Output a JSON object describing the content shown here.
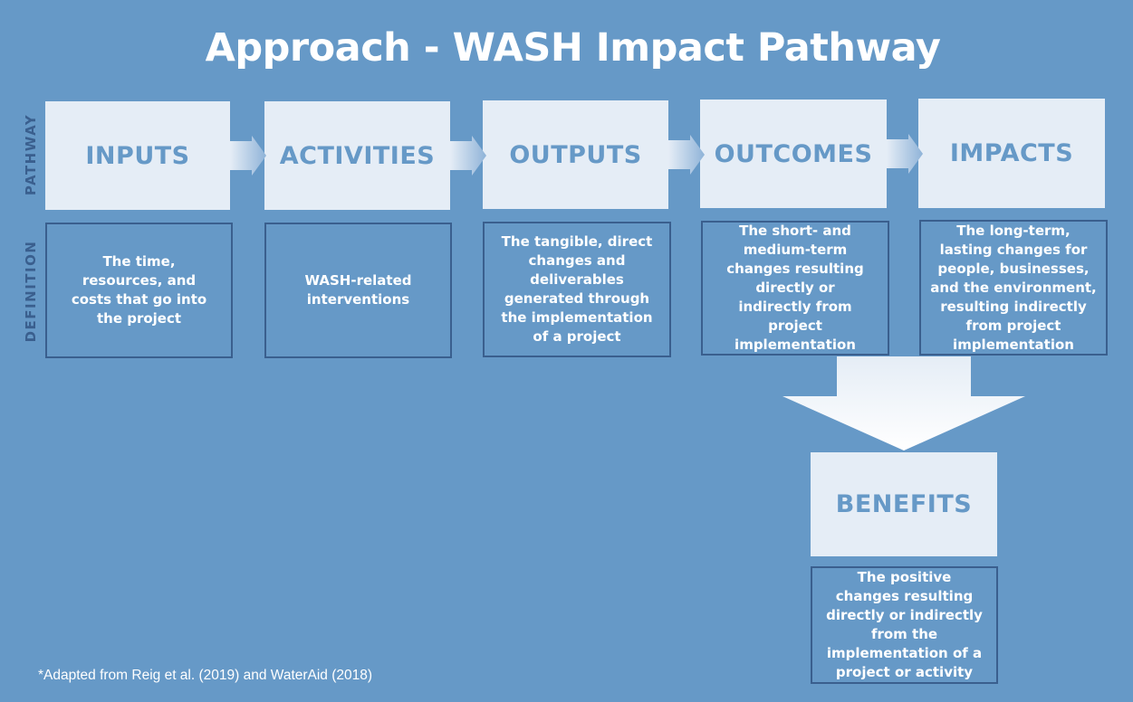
{
  "title": "Approach - WASH Impact Pathway",
  "row_labels": {
    "pathway": "PATHWAY",
    "definition": "DEFINITION"
  },
  "stages": [
    {
      "name": "INPUTS",
      "definition": "The time, resources, and costs that go into the project"
    },
    {
      "name": "ACTIVITIES",
      "definition": "WASH-related interventions"
    },
    {
      "name": "OUTPUTS",
      "definition": "The tangible, direct changes and deliverables generated through the implementation of a project"
    },
    {
      "name": "OUTCOMES",
      "definition": "The short- and medium-term changes resulting directly or indirectly from project implementation"
    },
    {
      "name": "IMPACTS",
      "definition": "The long-term, lasting changes for people, businesses, and the environment, resulting indirectly from project implementation"
    }
  ],
  "benefits": {
    "name": "BENEFITS",
    "definition": "The positive changes resulting directly or indirectly from the implementation of a project or activity"
  },
  "footnote": "*Adapted from Reig et al. (2019) and WaterAid (2018)",
  "colors": {
    "background": "#6699c7",
    "box_fill": "#e5edf6",
    "border": "#3a5f8e",
    "text_dark": "#3a5f8e"
  }
}
